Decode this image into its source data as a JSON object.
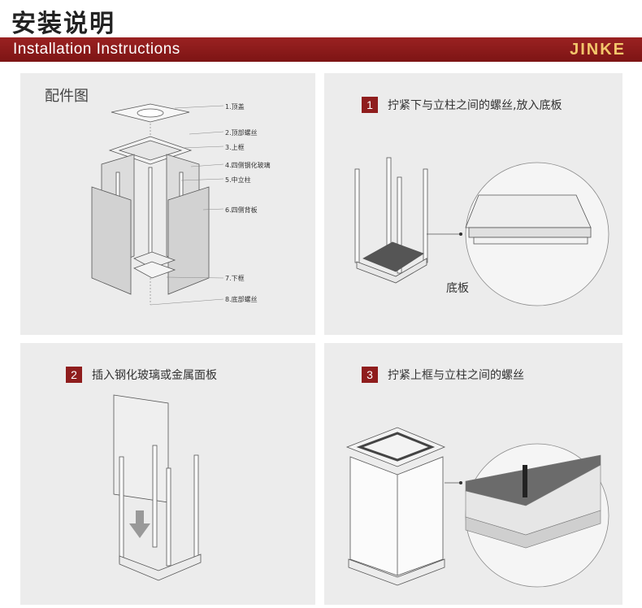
{
  "header": {
    "title": "安装说明",
    "subtitle": "Installation Instructions",
    "brand": "JINKE"
  },
  "parts": {
    "title": "配件图",
    "labels": [
      "1.顶盖",
      "2.顶部螺丝",
      "3.上框",
      "4.四侧钢化玻璃",
      "5.中立柱",
      "6.四侧背板",
      "7.下框",
      "8.底部螺丝"
    ]
  },
  "steps": [
    {
      "number": "1",
      "text": "拧紧下与立柱之间的螺丝,放入底板",
      "callout": "底板"
    },
    {
      "number": "2",
      "text": "插入钢化玻璃或金属面板"
    },
    {
      "number": "3",
      "text": "拧紧上框与立柱之间的螺丝"
    }
  ],
  "colors": {
    "banner": "#8f1d1d",
    "brand": "#f3c66b",
    "panel": "#ececec"
  }
}
